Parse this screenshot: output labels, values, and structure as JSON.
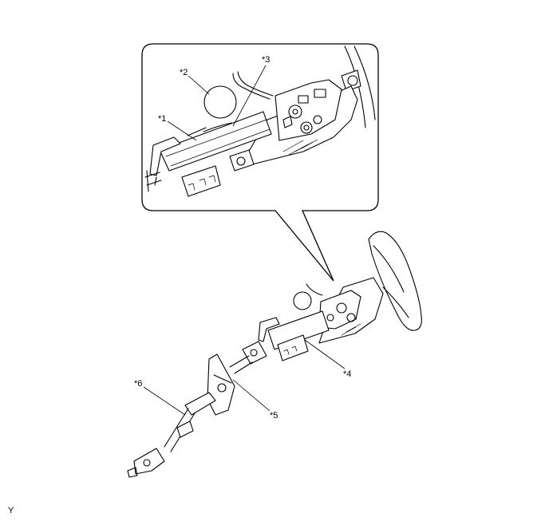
{
  "diagram": {
    "callouts": [
      {
        "id": "c1",
        "label": "*1"
      },
      {
        "id": "c2",
        "label": "*2"
      },
      {
        "id": "c3",
        "label": "*3"
      },
      {
        "id": "c4",
        "label": "*4"
      },
      {
        "id": "c5",
        "label": "*5"
      },
      {
        "id": "c6",
        "label": "*6"
      }
    ],
    "corner_code": "Y"
  }
}
